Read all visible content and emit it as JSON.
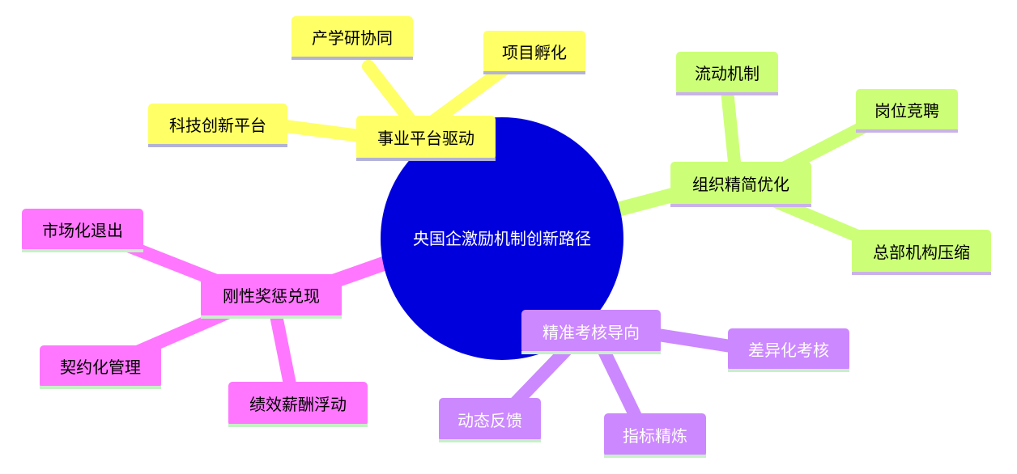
{
  "center": {
    "label": "央国企激励机制创新路径"
  },
  "colors": {
    "center": "#0000dd",
    "yellow": "#ffff66",
    "green": "#ccff77",
    "pink": "#ff77ff",
    "purple": "#cc88ff",
    "yellow_under": "#b3b3d6",
    "green_under": "#c9b3e6",
    "pink_under": "#c8f0c8",
    "purple_under": "#c8f0c8"
  },
  "branches": [
    {
      "id": "business-platform",
      "label": "事业平台驱动",
      "color": "yellow",
      "children": [
        "产学研协同",
        "项目孵化",
        "科技创新平台"
      ]
    },
    {
      "id": "org-streamline",
      "label": "组织精简优化",
      "color": "green",
      "children": [
        "流动机制",
        "岗位竞聘",
        "总部机构压缩"
      ]
    },
    {
      "id": "rigid-reward",
      "label": "刚性奖惩兑现",
      "color": "pink",
      "children": [
        "市场化退出",
        "契约化管理",
        "绩效薪酬浮动"
      ]
    },
    {
      "id": "precise-assessment",
      "label": "精准考核导向",
      "color": "purple",
      "children": [
        "差异化考核",
        "动态反馈",
        "指标精炼"
      ]
    }
  ]
}
